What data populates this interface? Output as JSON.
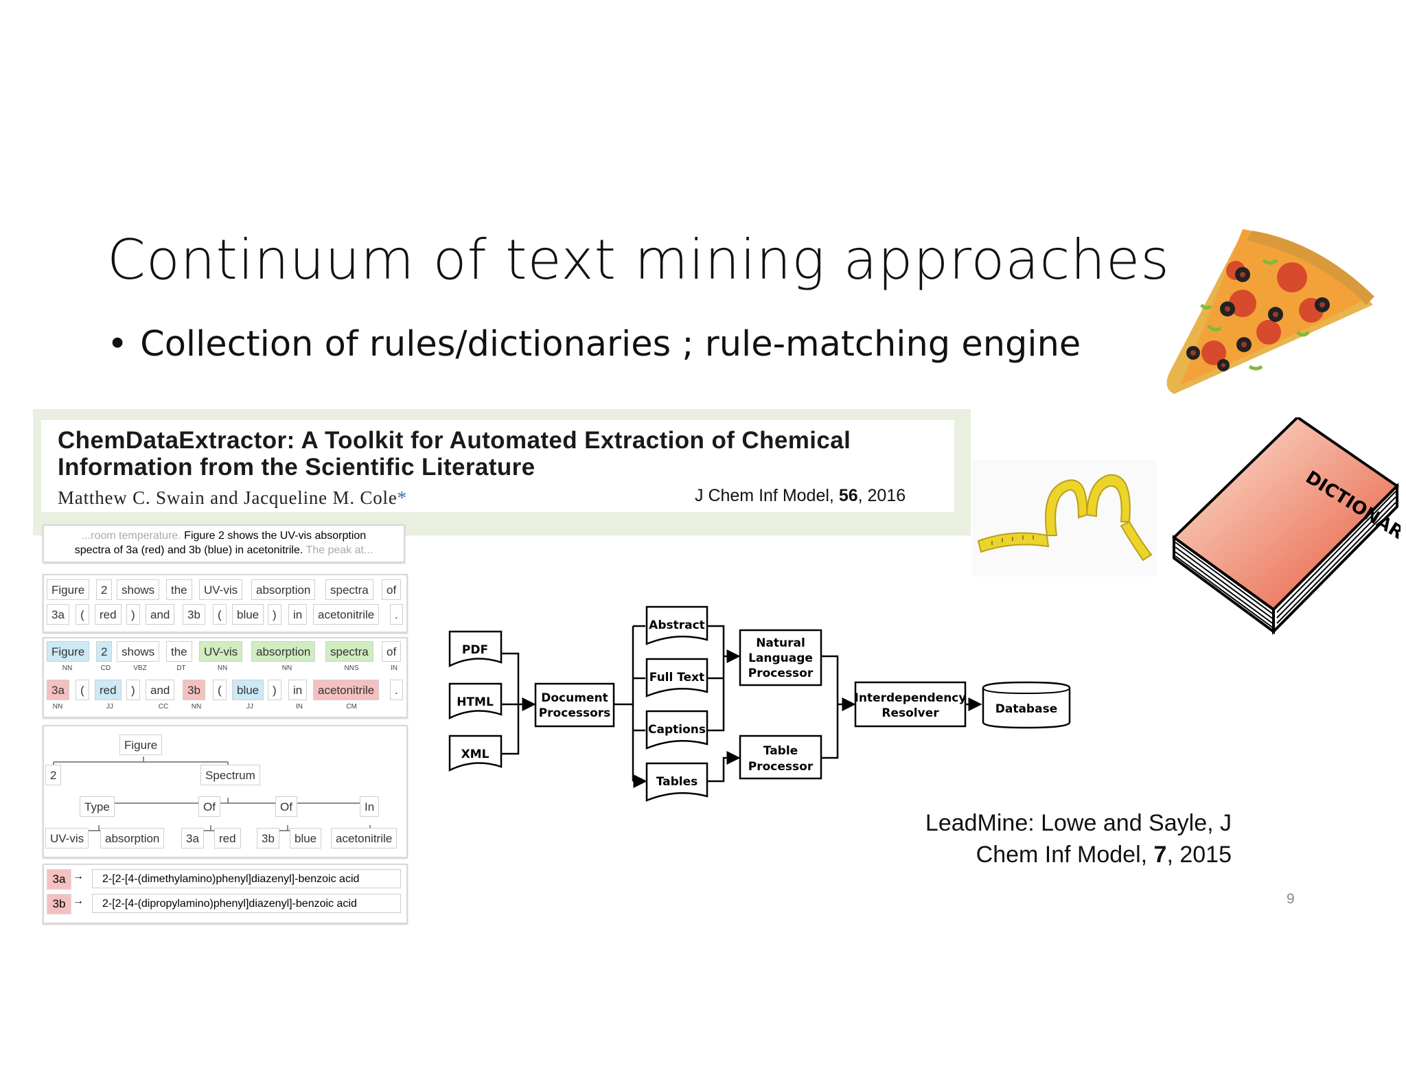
{
  "slide": {
    "title": "Continuum of text mining approaches",
    "bullet": "Collection of rules/dictionaries ; rule-matching engine",
    "page_number": "9"
  },
  "paper": {
    "title_line1": "ChemDataExtractor: A Toolkit for Automated Extraction of Chemical",
    "title_line2": "Information from the Scientific Literature",
    "authors": "Matthew C. Swain and Jacqueline M. Cole",
    "asterisk": "*",
    "cite_journal": "J Chem Inf Model, ",
    "cite_volume": "56",
    "cite_year": ", 2016"
  },
  "cde_figure": {
    "sentence_prefix": "...room temperature.",
    "sentence_main_a": " Figure 2 shows the UV-vis absorption",
    "sentence_main_b": "spectra of 3a (red) and 3b (blue) in acetonitrile.",
    "sentence_suffix": " The peak at...",
    "tokens_row1": [
      "Figure",
      "2",
      "shows",
      "the",
      "UV-vis",
      "absorption",
      "spectra",
      "of"
    ],
    "tokens_row2": [
      "3a",
      "(",
      "red",
      ")",
      "and",
      "3b",
      "(",
      "blue",
      ")",
      "in",
      "acetonitrile",
      "."
    ],
    "tags_row1": [
      "NN",
      "CD",
      "VBZ",
      "DT",
      "NN",
      "NN",
      "NNS",
      "IN"
    ],
    "tags_row2": [
      "NN",
      "JJ",
      "CC",
      "NN",
      "JJ",
      "IN",
      "CM"
    ],
    "tree": {
      "root": "Figure",
      "n2": "2",
      "spectrum": "Spectrum",
      "type": "Type",
      "of1": "Of",
      "of2": "Of",
      "in": "In",
      "leaves": [
        "UV-vis",
        "absorption",
        "3a",
        "red",
        "3b",
        "blue",
        "acetonitrile"
      ]
    },
    "results": [
      {
        "label": "3a",
        "name": "2-[2-[4-(dimethylamino)phenyl]diazenyl]-benzoic acid"
      },
      {
        "label": "3b",
        "name": "2-[2-[4-(dipropylamino)phenyl]diazenyl]-benzoic acid"
      }
    ]
  },
  "flowchart": {
    "inputs": [
      "PDF",
      "HTML",
      "XML"
    ],
    "doc_processors": [
      "Document",
      "Processors"
    ],
    "parts": [
      "Abstract",
      "Full Text",
      "Captions",
      "Tables"
    ],
    "nlp": [
      "Natural",
      "Language",
      "Processor"
    ],
    "table_proc": [
      "Table",
      "Processor"
    ],
    "resolver": [
      "Interdependency",
      "Resolver"
    ],
    "database": "Database"
  },
  "leadmine": {
    "line1": "LeadMine: Lowe and Sayle, J",
    "line2_prefix": "Chem Inf Model, ",
    "line2_volume": "7",
    "line2_year": ", 2015"
  },
  "dictionary_label": "DICTIONARY",
  "colors": {
    "token_blue": "#cde9f6",
    "token_green": "#cfedc0",
    "token_red": "#f4c0c0",
    "paper_border": "#e9f0e0"
  }
}
